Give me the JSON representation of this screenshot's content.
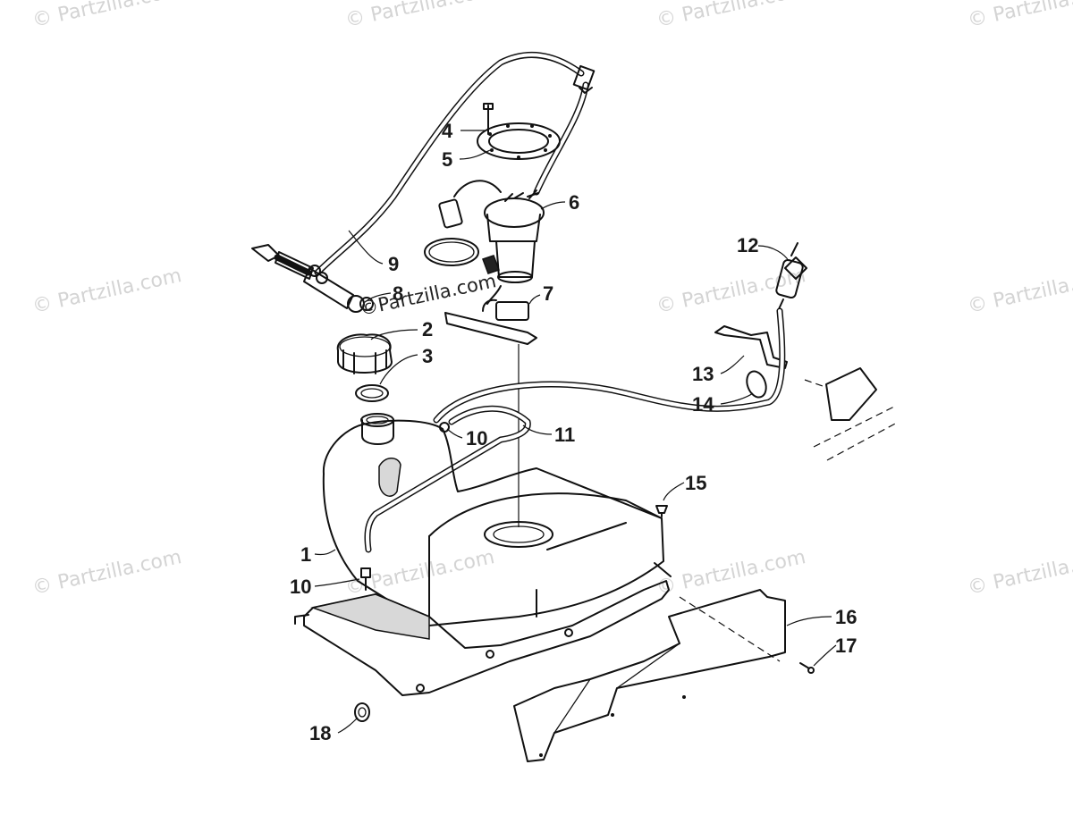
{
  "watermark": {
    "text": "© Partzilla.com",
    "overlay_text": "©Partzilla.com"
  },
  "callouts": [
    {
      "id": "c1",
      "label": "1"
    },
    {
      "id": "c2",
      "label": "2"
    },
    {
      "id": "c3",
      "label": "3"
    },
    {
      "id": "c4",
      "label": "4"
    },
    {
      "id": "c5",
      "label": "5"
    },
    {
      "id": "c6",
      "label": "6"
    },
    {
      "id": "c7",
      "label": "7"
    },
    {
      "id": "c8",
      "label": "8"
    },
    {
      "id": "c9",
      "label": "9"
    },
    {
      "id": "c10a",
      "label": "10"
    },
    {
      "id": "c10b",
      "label": "10"
    },
    {
      "id": "c11",
      "label": "11"
    },
    {
      "id": "c12",
      "label": "12"
    },
    {
      "id": "c13",
      "label": "13"
    },
    {
      "id": "c14",
      "label": "14"
    },
    {
      "id": "c15",
      "label": "15"
    },
    {
      "id": "c16",
      "label": "16"
    },
    {
      "id": "c17",
      "label": "17"
    },
    {
      "id": "c18",
      "label": "18"
    }
  ]
}
